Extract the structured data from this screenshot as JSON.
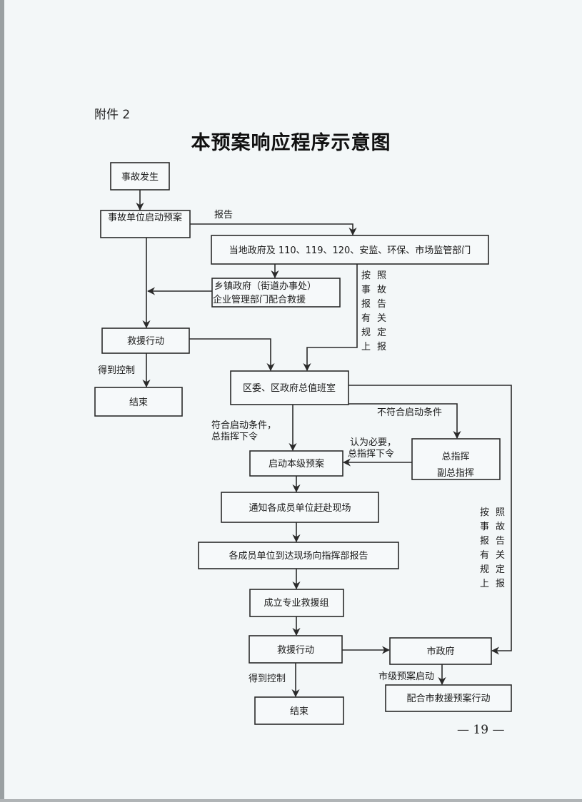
{
  "header": {
    "attachment": "附件 2",
    "title": "本预案响应程序示意图"
  },
  "flow": {
    "accident": "事故发生",
    "unit_plan": "事故单位启动预案",
    "report": "报告",
    "local_gov": "当地政府及 110、119、120、安监、环保、市场监管部门",
    "town_line1": "乡镇政府（街道办事处）",
    "town_line2": "企业管理部门配合救援",
    "report_rule_col1": [
      "按",
      "事",
      "报",
      "有",
      "规",
      "上"
    ],
    "report_rule_col2": [
      "照",
      "故",
      "告",
      "关",
      "定",
      "报"
    ],
    "rescue1": "救援行动",
    "controlled1": "得到控制",
    "end1": "结束",
    "duty_room": "区委、区政府总值班室",
    "not_meet": "不符合启动条件",
    "meet_line1": "符合启动条件，",
    "meet_line2": "总指挥下令",
    "commander_line1": "总指挥",
    "commander_line2": "副总指挥",
    "necessary_line1": "认为必要，",
    "necessary_line2": "总指挥下令",
    "start_plan": "启动本级预案",
    "notify": "通知各成员单位赶赴现场",
    "arrive_report": "各成员单位到达现场向指挥部报告",
    "team": "成立专业救援组",
    "rescue2": "救援行动",
    "city_gov": "市政府",
    "controlled2": "得到控制",
    "end2": "结束",
    "city_plan_start": "市级预案启动",
    "city_cooperate": "配合市救援预案行动"
  },
  "footer": {
    "page_number": "— 19 —"
  }
}
